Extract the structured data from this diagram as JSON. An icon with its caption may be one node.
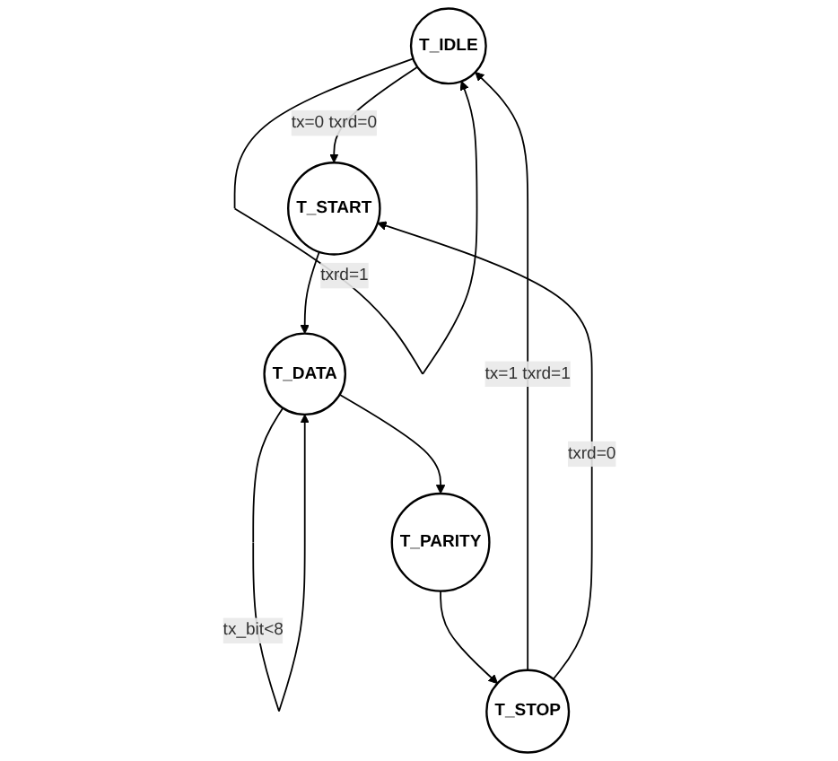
{
  "diagram": {
    "nodes": [
      {
        "text": [
          "T_IDLE"
        ]
      },
      {
        "text": [
          "T_START"
        ]
      },
      {
        "text": [
          "T_DATA"
        ]
      },
      {
        "text": [
          "T_PARITY"
        ]
      },
      {
        "text": [
          "T_STOP"
        ]
      }
    ],
    "edges": [
      {
        "from": 0,
        "to": 0,
        "arrow": "to",
        "label": "txrd=1"
      },
      {
        "from": 4,
        "to": 0,
        "arrow": "to",
        "label": "tx=1 txrd=1"
      },
      {
        "from": 0,
        "to": 1,
        "arrow": "to",
        "label": "tx=0 txrd=0"
      },
      {
        "from": 4,
        "to": 1,
        "arrow": "to",
        "label": "txrd=0"
      },
      {
        "from": 1,
        "to": 2,
        "arrow": "to"
      },
      {
        "from": 2,
        "to": 2,
        "arrow": "to",
        "label": "tx_bit<8"
      },
      {
        "from": 2,
        "to": 3,
        "arrow": "to"
      },
      {
        "from": 3,
        "to": 4,
        "arrow": "to"
      }
    ]
  }
}
